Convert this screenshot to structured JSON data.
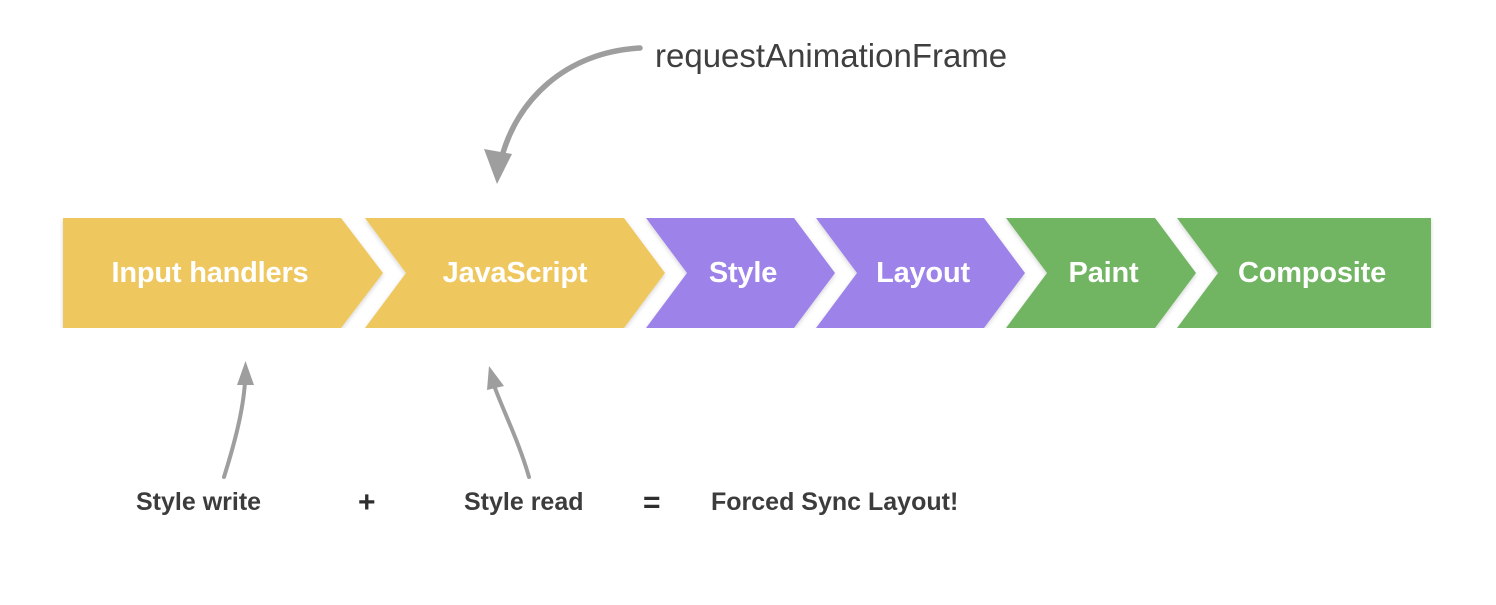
{
  "diagram": {
    "title": "Browser rendering pipeline with forced synchronous layout annotation",
    "background_color": "#ffffff"
  },
  "pipeline": {
    "colors": {
      "yellow": "#EFC75E",
      "purple": "#9D82E9",
      "green": "#71B564",
      "separator": "#ffffff",
      "label_text": "#ffffff"
    },
    "stages": [
      {
        "label": "Input handlers",
        "color_key": "yellow",
        "group": "javascript"
      },
      {
        "label": "JavaScript",
        "color_key": "yellow",
        "group": "javascript"
      },
      {
        "label": "Style",
        "color_key": "purple",
        "group": "style-layout"
      },
      {
        "label": "Layout",
        "color_key": "purple",
        "group": "style-layout"
      },
      {
        "label": "Paint",
        "color_key": "green",
        "group": "paint-composite"
      },
      {
        "label": "Composite",
        "color_key": "green",
        "group": "paint-composite"
      }
    ]
  },
  "annotations": {
    "raf_label": "requestAnimationFrame",
    "raf_arrow_color": "#9e9e9e",
    "bottom_arrow_color": "#9e9e9e",
    "equation": {
      "term_1": "Style write",
      "operator_plus": "+",
      "term_2": "Style read",
      "operator_equals": "=",
      "result": "Forced Sync Layout!",
      "text_color": "#3c3c3c"
    }
  }
}
